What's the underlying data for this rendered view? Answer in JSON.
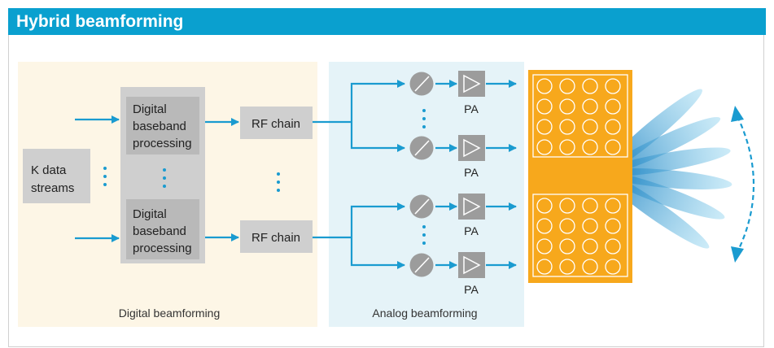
{
  "header": {
    "title": "Hybrid beamforming"
  },
  "digital_section": {
    "caption": "Digital beamforming",
    "input": {
      "line1": "K data",
      "line2": "streams"
    },
    "processor_lines": [
      "Digital",
      "baseband",
      "processing"
    ],
    "rf_chain_label": "RF chain"
  },
  "analog_section": {
    "caption": "Analog beamforming",
    "amp_label": "PA"
  },
  "colors": {
    "header": "#0aa0cf",
    "digital_bg": "#fdf6e6",
    "analog_bg": "#e5f3f8",
    "arrow": "#1a9bd0",
    "block": "#cfcfcf",
    "block_inner": "#b9b9b9",
    "antenna": "#f7a81c",
    "beam": "#5fbde3"
  },
  "icons": [
    "phase-shifter-icon",
    "amplifier-icon",
    "antenna-element-icon",
    "sweep-arrow-icon"
  ]
}
